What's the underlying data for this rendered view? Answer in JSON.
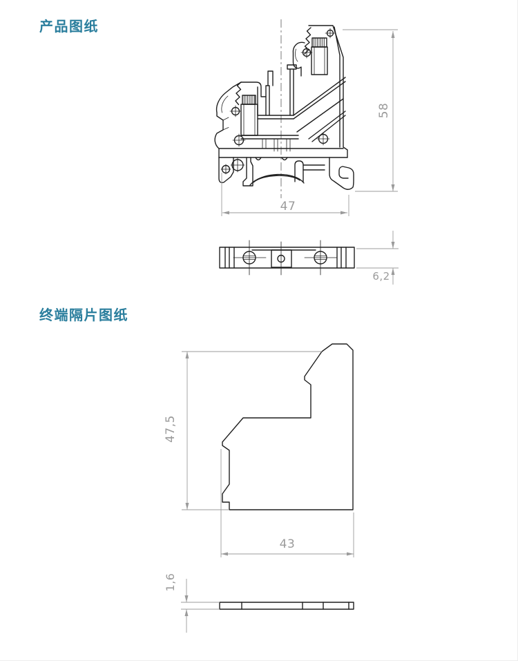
{
  "headings": {
    "product": "产品图纸",
    "separator": "终端隔片图纸"
  },
  "dimensions": {
    "side_height": "58",
    "side_width": "47",
    "top_thickness": "6,2",
    "sep_height": "47,5",
    "sep_width": "43",
    "sep_thickness": "1,6"
  },
  "colors": {
    "accent": "#2a7e9d",
    "line": "#1f1f1f",
    "dim": "#9b9b9b",
    "background": "#ffffff"
  }
}
